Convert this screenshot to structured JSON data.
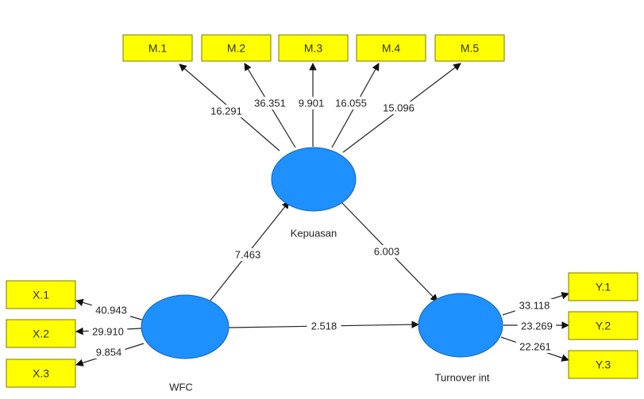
{
  "constructs": [
    {
      "id": "kepuasan",
      "label": "Kepuasan",
      "color": "#1e90ff"
    },
    {
      "id": "wfc",
      "label": "WFC",
      "color": "#1e90ff"
    },
    {
      "id": "turnover",
      "label": "Turnover int",
      "color": "#1e90ff"
    }
  ],
  "indicators": [
    {
      "id": "M1",
      "label": "M.1",
      "construct": "kepuasan",
      "weight": "16.291"
    },
    {
      "id": "M2",
      "label": "M.2",
      "construct": "kepuasan",
      "weight": "36.351"
    },
    {
      "id": "M3",
      "label": "M.3",
      "construct": "kepuasan",
      "weight": "9.901"
    },
    {
      "id": "M4",
      "label": "M.4",
      "construct": "kepuasan",
      "weight": "16.055"
    },
    {
      "id": "M5",
      "label": "M.5",
      "construct": "kepuasan",
      "weight": "15.096"
    },
    {
      "id": "X1",
      "label": "X.1",
      "construct": "wfc",
      "weight": "40.943"
    },
    {
      "id": "X2",
      "label": "X.2",
      "construct": "wfc",
      "weight": "29.910"
    },
    {
      "id": "X3",
      "label": "X.3",
      "construct": "wfc",
      "weight": "9.854"
    },
    {
      "id": "Y1",
      "label": "Y.1",
      "construct": "turnover",
      "weight": "33.118"
    },
    {
      "id": "Y2",
      "label": "Y.2",
      "construct": "turnover",
      "weight": "23.269"
    },
    {
      "id": "Y3",
      "label": "Y.3",
      "construct": "turnover",
      "weight": "22.261"
    }
  ],
  "paths": [
    {
      "from": "wfc",
      "to": "kepuasan",
      "value": "7.463"
    },
    {
      "from": "kepuasan",
      "to": "turnover",
      "value": "6.003"
    },
    {
      "from": "wfc",
      "to": "turnover",
      "value": "2.518"
    }
  ],
  "colors": {
    "indicator_fill": "#ffff00",
    "construct_fill": "#1e90ff",
    "edge": "#222222"
  }
}
